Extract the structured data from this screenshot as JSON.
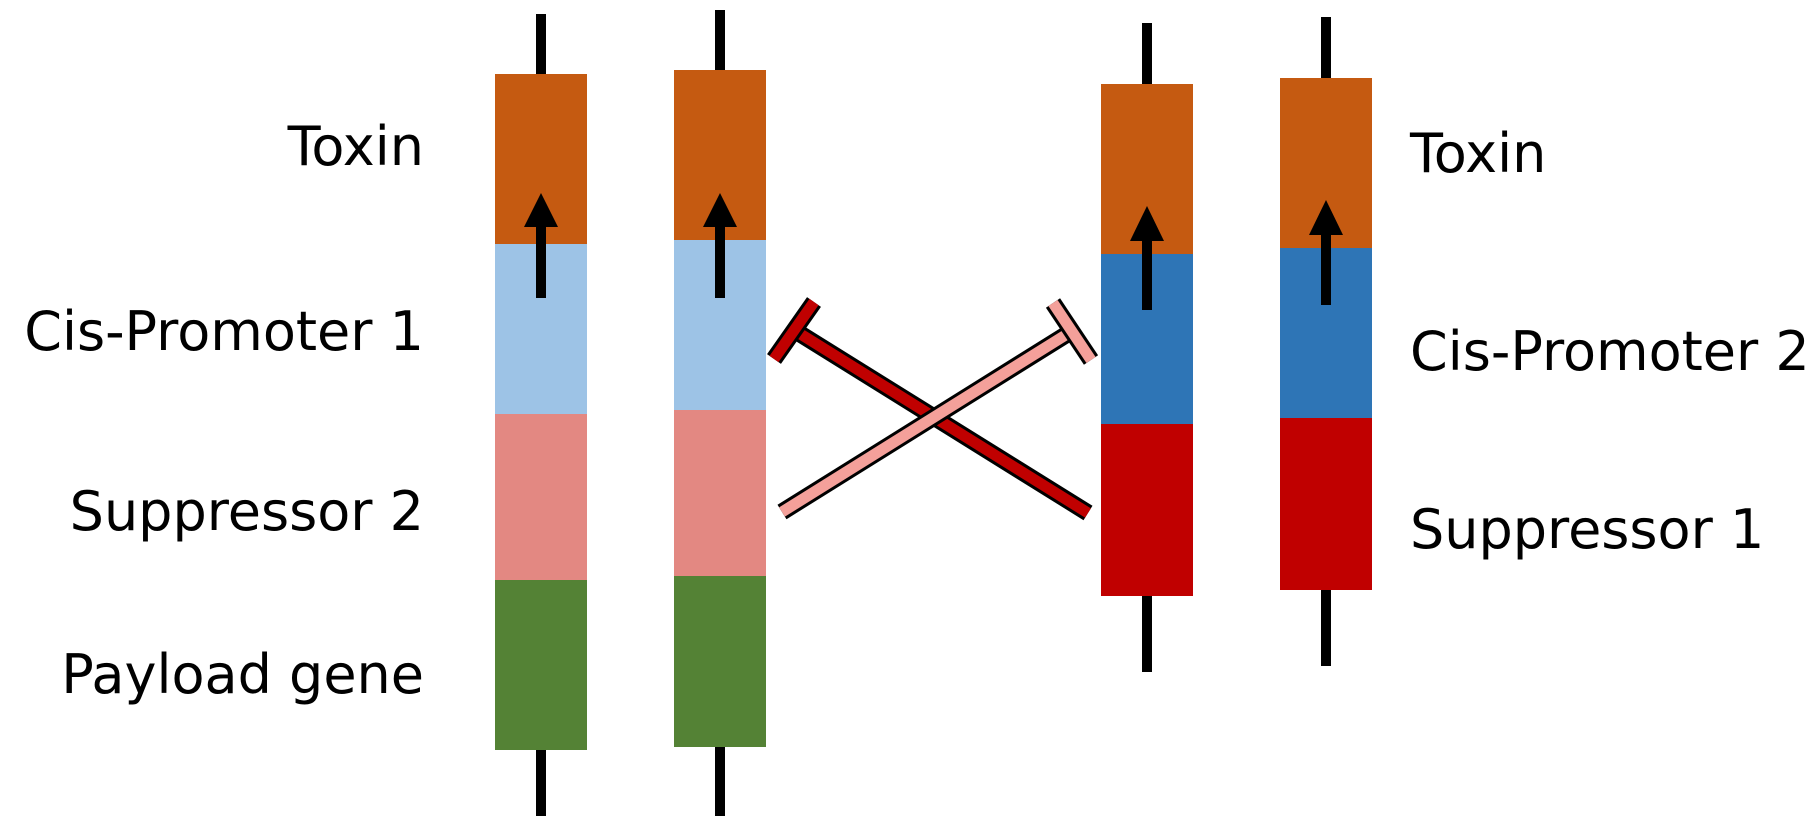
{
  "labels": {
    "left": {
      "toxin": "Toxin",
      "cis_promoter": "Cis-Promoter 1",
      "suppressor": "Suppressor 2",
      "payload": "Payload gene"
    },
    "right": {
      "toxin": "Toxin",
      "cis_promoter": "Cis-Promoter 2",
      "suppressor": "Suppressor 1"
    }
  },
  "colors": {
    "toxin": "#C55A11",
    "cis_promoter_1": "#9DC3E6",
    "cis_promoter_2": "#2E75B6",
    "suppressor_1": "#C00000",
    "suppressor_2": "#E38882",
    "payload": "#548235",
    "inhibition_suppressor_1": "#C00000",
    "inhibition_suppressor_2": "#F4A09A",
    "chromosome_line": "#000000",
    "arrow": "#000000"
  },
  "icons": {
    "activation": "up-arrow-icon",
    "inhibition": "t-bar-inhibition-icon"
  }
}
